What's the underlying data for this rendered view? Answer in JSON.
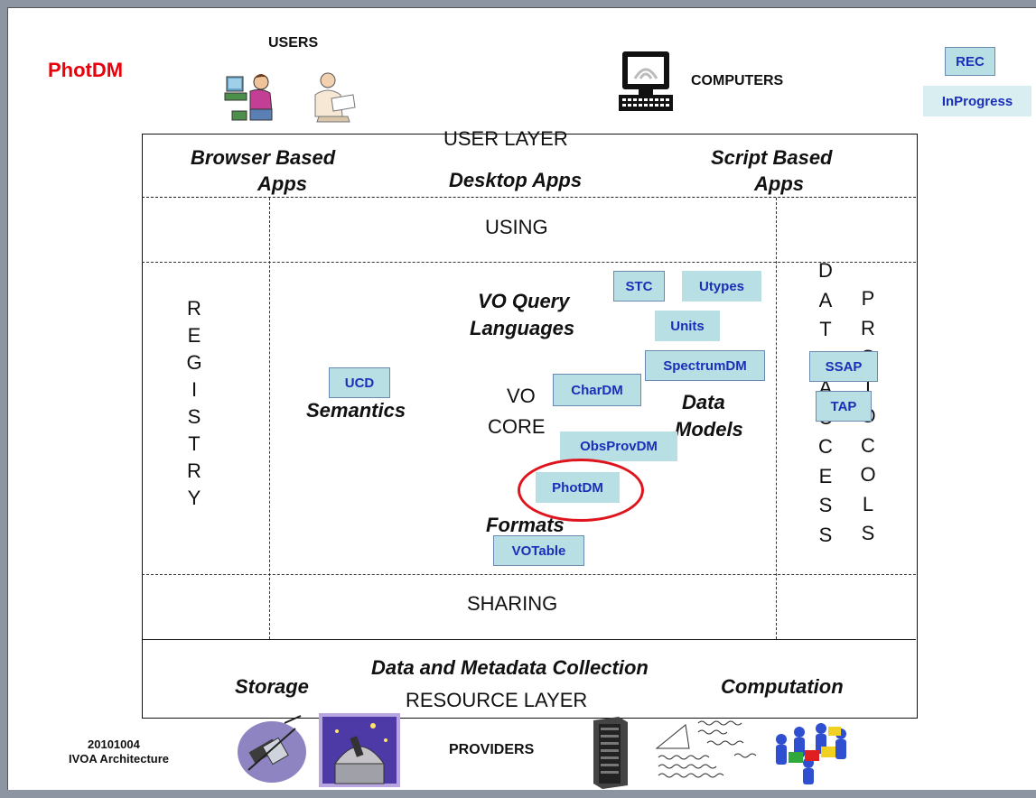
{
  "title": "PhotDM",
  "legend": {
    "rec": "REC",
    "inprogress": "InProgress"
  },
  "top": {
    "users": "USERS",
    "computers": "COMPUTERS"
  },
  "user_layer": {
    "title": "USER LAYER",
    "browser_line1": "Browser Based",
    "browser_line2": "Apps",
    "desktop": "Desktop Apps",
    "script_line1": "Script Based",
    "script_line2": "Apps"
  },
  "using": "USING",
  "sharing": "SHARING",
  "registry_letters": [
    "R",
    "E",
    "G",
    "I",
    "S",
    "T",
    "R",
    "Y"
  ],
  "data_access_letters": [
    "D",
    "A",
    "T",
    "A",
    "A",
    "C",
    "C",
    "E",
    "S",
    "S"
  ],
  "protocols_letters": [
    "P",
    "R",
    "O",
    "T",
    "O",
    "C",
    "O",
    "L",
    "S"
  ],
  "core": {
    "vo_query_line1": "VO Query",
    "vo_query_line2": "Languages",
    "vo": "VO",
    "core": "CORE",
    "semantics": "Semantics",
    "data": "Data",
    "models": "Models",
    "formats": "Formats"
  },
  "boxes": {
    "stc": "STC",
    "utypes": "Utypes",
    "units": "Units",
    "spectrumdm": "SpectrumDM",
    "chardm": "CharDM",
    "ucd": "UCD",
    "obsprovdm": "ObsProvDM",
    "photdm": "PhotDM",
    "votable": "VOTable",
    "ssap": "SSAP",
    "tap": "TAP"
  },
  "resource_layer": {
    "collection": "Data and Metadata Collection",
    "storage": "Storage",
    "computation": "Computation",
    "title": "RESOURCE LAYER"
  },
  "footer": {
    "date": "20101004",
    "arch": "IVOA Architecture",
    "providers": "PROVIDERS"
  },
  "colors": {
    "box_fill": "#b8dfe4",
    "box_text": "#1a2fb8",
    "title_red": "#e8000b",
    "highlight_ring": "#e0141c"
  }
}
